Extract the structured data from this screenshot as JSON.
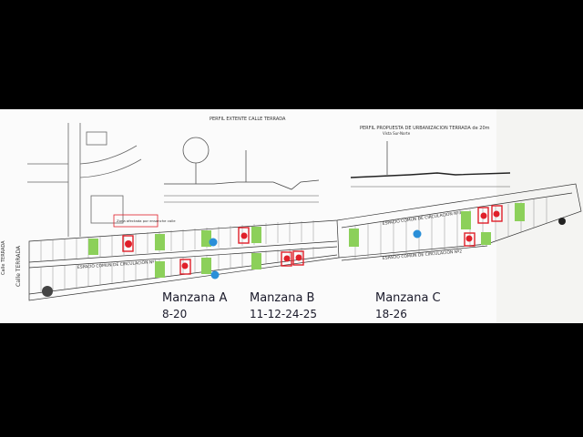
{
  "profiles": {
    "existing_title": "PERFIL EXTENTE CALLE TERRADA",
    "proposed_title": "PERFIL PROPUESTA DE URBANIZACION TERRADA de 20m",
    "view_note": "Vista Sur-Norte"
  },
  "streets": {
    "terrada_vertical": "Calle TERRADA",
    "circulation_1": "ESPACIO COMUN DE CIRCULACION Nº1",
    "circulation_2": "ESPACIO COMUN DE CIRCULACION Nº2",
    "circulation_3": "ESPACIO COMUN DE CIRCULACION Nº3"
  },
  "legend_box": "Zona afectada por ensanche calle",
  "manzanas": [
    {
      "name": "Manzana A",
      "lots": "8-20"
    },
    {
      "name": "Manzana B",
      "lots": "11-12-24-25"
    },
    {
      "name": "Manzana C",
      "lots": "18-26"
    }
  ],
  "colors": {
    "green_lot": "#8cd05a",
    "red_outline": "#e0202a",
    "blue_marker": "#2a8fd8",
    "text_blue": "#1a1a2a"
  }
}
